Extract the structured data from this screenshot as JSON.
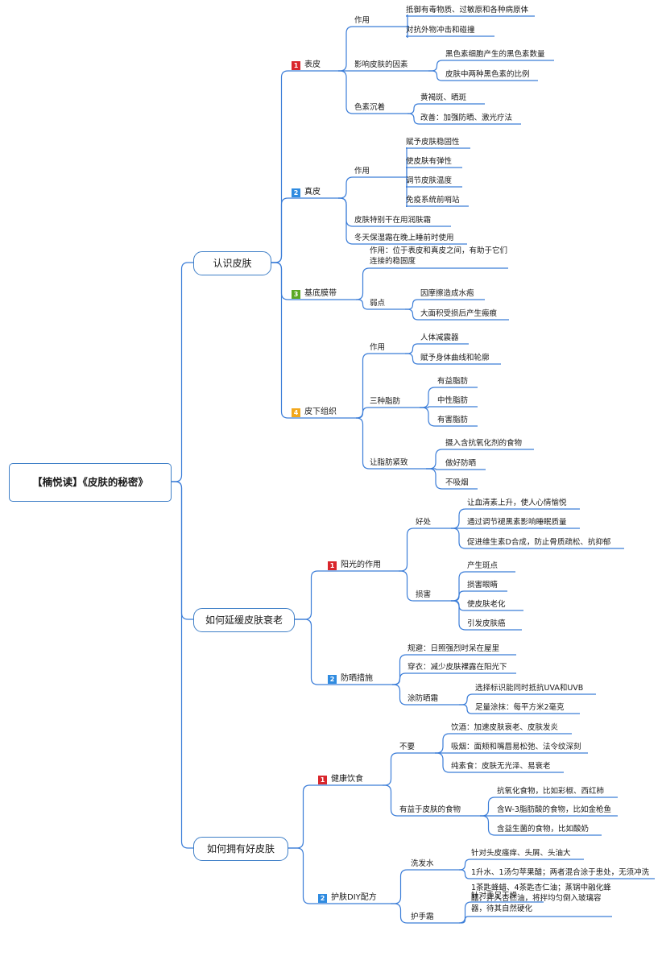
{
  "colors": {
    "line": "#3b7dd8",
    "badge1": "#d9262c",
    "badge2": "#2f8be0",
    "badge3": "#5aa823",
    "badge4": "#f2a81d"
  },
  "root": "【楠悦读】《皮肤的秘密》",
  "branches": [
    {
      "label": "认识皮肤",
      "children": [
        {
          "badge": "1",
          "label": "表皮",
          "children": [
            {
              "label": "作用",
              "children": [
                {
                  "label": "抵御有毒物质、过敏原和各种病原体"
                },
                {
                  "label": "对抗外物冲击和碰撞"
                }
              ]
            },
            {
              "label": "影响皮肤的因素",
              "children": [
                {
                  "label": "黑色素细胞产生的黑色素数量"
                },
                {
                  "label": "皮肤中两种黑色素的比例"
                }
              ]
            },
            {
              "label": "色素沉着",
              "children": [
                {
                  "label": "黄褐斑、晒斑"
                },
                {
                  "label": "改善：加强防晒、激光疗法"
                }
              ]
            }
          ]
        },
        {
          "badge": "2",
          "label": "真皮",
          "children": [
            {
              "label": "作用",
              "children": [
                {
                  "label": "赋予皮肤稳固性"
                },
                {
                  "label": "使皮肤有弹性"
                },
                {
                  "label": "调节皮肤温度"
                },
                {
                  "label": "免疫系统前哨站"
                }
              ]
            },
            {
              "label": "皮肤特别干在用润肤霜"
            },
            {
              "label": "冬天保湿霜在晚上睡前时使用"
            }
          ]
        },
        {
          "badge": "3",
          "label": "基底膜带",
          "children": [
            {
              "label": "作用：位于表皮和真皮之间，有助于它们连接的稳固度"
            },
            {
              "label": "弱点",
              "children": [
                {
                  "label": "因摩擦造成水疱"
                },
                {
                  "label": "大面积受损后产生瘢痕"
                }
              ]
            }
          ]
        },
        {
          "badge": "4",
          "label": "皮下组织",
          "children": [
            {
              "label": "作用",
              "children": [
                {
                  "label": "人体减震器"
                },
                {
                  "label": "赋予身体曲线和轮廓"
                }
              ]
            },
            {
              "label": "三种脂肪",
              "children": [
                {
                  "label": "有益脂肪"
                },
                {
                  "label": "中性脂肪"
                },
                {
                  "label": "有害脂肪"
                }
              ]
            },
            {
              "label": "让脂肪紧致",
              "children": [
                {
                  "label": "摄入含抗氧化剂的食物"
                },
                {
                  "label": "做好防晒"
                },
                {
                  "label": "不吸烟"
                }
              ]
            }
          ]
        }
      ]
    },
    {
      "label": "如何延缓皮肤衰老",
      "children": [
        {
          "badge": "1",
          "label": "阳光的作用",
          "children": [
            {
              "label": "好处",
              "children": [
                {
                  "label": "让血清素上升，使人心情愉悦"
                },
                {
                  "label": "通过调节褪黑素影响睡眠质量"
                },
                {
                  "label": "促进维生素D合成，防止骨质疏松、抗抑郁"
                }
              ]
            },
            {
              "label": "损害",
              "children": [
                {
                  "label": "产生斑点"
                },
                {
                  "label": "损害眼睛"
                },
                {
                  "label": "使皮肤老化"
                },
                {
                  "label": "引发皮肤癌"
                }
              ]
            }
          ]
        },
        {
          "badge": "2",
          "label": "防晒措施",
          "children": [
            {
              "label": "规避：日照强烈时呆在屋里"
            },
            {
              "label": "穿衣：减少皮肤裸露在阳光下"
            },
            {
              "label": "涂防晒霜",
              "children": [
                {
                  "label": "选择标识能同时抵抗UVA和UVB"
                },
                {
                  "label": "足量涂抹：每平方米2毫克"
                }
              ]
            }
          ]
        }
      ]
    },
    {
      "label": "如何拥有好皮肤",
      "children": [
        {
          "badge": "1",
          "label": "健康饮食",
          "children": [
            {
              "label": "不要",
              "children": [
                {
                  "label": "饮酒：加速皮肤衰老、皮肤发炎"
                },
                {
                  "label": "吸烟：面颊和嘴唇易松弛、法令纹深刻"
                },
                {
                  "label": "纯素食：皮肤无光泽、易衰老"
                }
              ]
            },
            {
              "label": "有益于皮肤的食物",
              "children": [
                {
                  "label": "抗氧化食物，比如彩椒、西红柿"
                },
                {
                  "label": "含W-3脂肪酸的食物，比如金枪鱼"
                },
                {
                  "label": "含益生菌的食物，比如酸奶"
                }
              ]
            }
          ]
        },
        {
          "badge": "2",
          "label": "护肤DIY配方",
          "children": [
            {
              "label": "洗发水",
              "children": [
                {
                  "label": "针对头皮瘙痒、头屑、头油大"
                },
                {
                  "label": "1升水、1汤匀苹果醋；两者混合涂于患处，无须冲洗"
                }
              ]
            },
            {
              "label": "护手霜",
              "children": [
                {
                  "label": "针对手足干燥"
                },
                {
                  "label": "1茶匙蜂蜡、4茶匙杏仁油；蒸锅中融化蜂醋，拌入杏仁油，将拌均匀倒入玻璃容器，待其自然硬化"
                }
              ]
            }
          ]
        }
      ]
    }
  ]
}
